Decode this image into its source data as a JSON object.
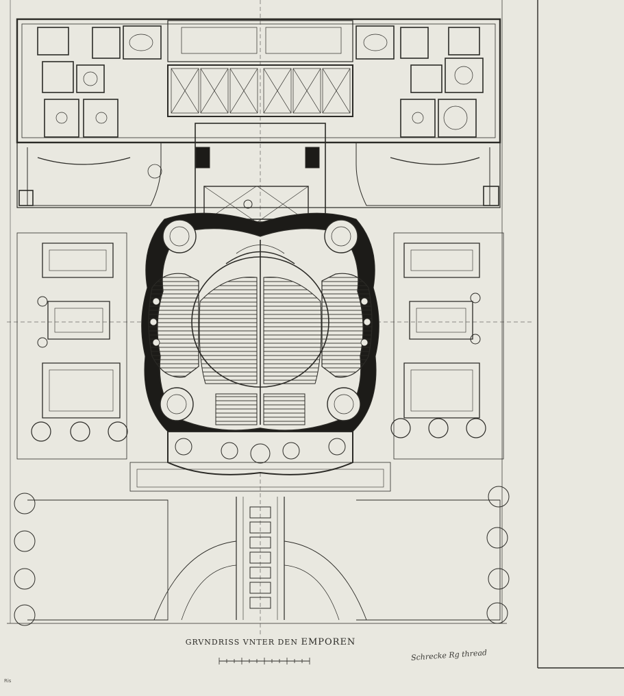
{
  "plan": {
    "caption_prefix": "GRVNDRISS VNTER DEN ",
    "caption_emph": "EMPOREN",
    "signature": "Schrecke Rg thread",
    "mark": "Ris",
    "colors": {
      "paper": "#e9e8e0",
      "ink": "#2b2a26",
      "fill": "#1c1b18"
    }
  }
}
